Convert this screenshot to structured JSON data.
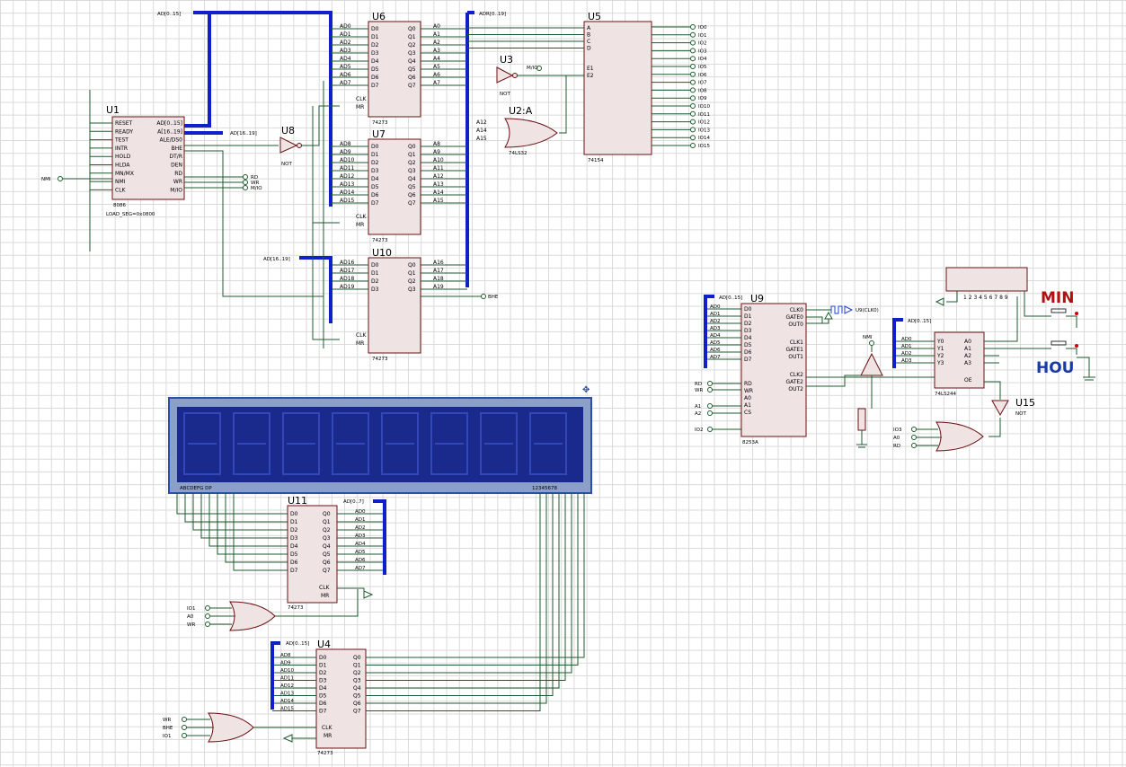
{
  "chips": {
    "u1": {
      "ref": "U1",
      "part": "8086",
      "note": "LOAD_SEG=0x0800",
      "left_pins": [
        "RESET",
        "READY",
        "TEST",
        "INTR",
        "HOLD",
        "HLDA",
        "MN/MX",
        "NMI",
        "CLK"
      ],
      "right_pins": [
        "AD[0..15]",
        "A[16..19]",
        "ALE/DS0",
        "BHE",
        "DT/R",
        "DEN",
        "RD",
        "WR",
        "M/IO"
      ]
    },
    "u6": {
      "ref": "U6",
      "part": "74273",
      "in": [
        "AD0",
        "AD1",
        "AD2",
        "AD3",
        "AD4",
        "AD5",
        "AD6",
        "AD7"
      ],
      "out": [
        "A0",
        "A1",
        "A2",
        "A3",
        "A4",
        "A5",
        "A6",
        "A7"
      ]
    },
    "u7": {
      "ref": "U7",
      "part": "74273",
      "in": [
        "AD8",
        "AD9",
        "AD10",
        "AD11",
        "AD12",
        "AD13",
        "AD14",
        "AD15"
      ],
      "out": [
        "A8",
        "A9",
        "A10",
        "A11",
        "A12",
        "A13",
        "A14",
        "A15"
      ]
    },
    "u10": {
      "ref": "U10",
      "part": "74273",
      "in": [
        "AD16",
        "AD17",
        "AD18",
        "AD19"
      ],
      "out": [
        "A16",
        "A17",
        "A18",
        "A19"
      ]
    },
    "u5": {
      "ref": "U5",
      "part": "74154",
      "in": [
        "A",
        "B",
        "C",
        "D"
      ],
      "enable": [
        "E1",
        "E2"
      ],
      "out": [
        "IO0",
        "IO1",
        "IO2",
        "IO3",
        "IO4",
        "IO5",
        "IO6",
        "IO7",
        "IO8",
        "IO9",
        "IO10",
        "IO11",
        "IO12",
        "IO13",
        "IO14",
        "IO15"
      ]
    },
    "u9": {
      "ref": "U9",
      "part": "8253A",
      "pins_left": [
        "D0",
        "D1",
        "D2",
        "D3",
        "D4",
        "D5",
        "D6",
        "D7",
        "RD",
        "WR",
        "A0",
        "A1",
        "CS"
      ],
      "pins_right": [
        "CLK0",
        "GATE0",
        "OUT0",
        "CLK1",
        "GATE1",
        "OUT1",
        "CLK2",
        "GATE2",
        "OUT2"
      ]
    },
    "u11": {
      "ref": "U11",
      "part": "74273",
      "out": [
        "AD0",
        "AD1",
        "AD2",
        "AD3",
        "AD4",
        "AD5",
        "AD6",
        "AD7"
      ]
    },
    "u4": {
      "ref": "U4",
      "part": "74273",
      "in": [
        "AD8",
        "AD9",
        "AD10",
        "AD11",
        "AD12",
        "AD13",
        "AD14",
        "AD15"
      ]
    },
    "u14": {
      "ref": "74LS244",
      "in": [
        "AD0",
        "AD1",
        "AD2",
        "AD3"
      ]
    }
  },
  "gates": {
    "u8": "U8",
    "u3": "U3",
    "u2a": "U2:A",
    "u15": "U15",
    "nor_label": "NOT",
    "or_label": "74LS32"
  },
  "buses": {
    "top": "AD[0..15]",
    "top_right": "ADR[0..19]",
    "u1_a": "AD[16..19]",
    "u10_in": "AD[16..19]",
    "u9_in": "AD[0..15]",
    "u14_in": "AD[0..15]",
    "u11_in": "AD[0..7]",
    "u4_in": "AD[0..15]"
  },
  "signals": {
    "nmi": "NMI",
    "rd": "RD",
    "wr": "WR",
    "mio": "M/IO",
    "bhe": "BHE",
    "io1": "IO1",
    "io2": "IO2",
    "io3": "IO3",
    "a0": "A0",
    "a1": "A1",
    "a2": "A2",
    "u9clk": "U9(CLK0)"
  },
  "lcd": {
    "segments_label": "ABCDEFG DP",
    "digits_label": "12345678",
    "bg_color": "#1a2a8c",
    "frame_color": "#2b4fa6"
  },
  "buttons": {
    "min": "MIN",
    "hou": "HOU"
  },
  "colors": {
    "bus": "#1020c8",
    "wire": "#1e5a2c",
    "chip_fill": "#efe3e3",
    "label_red": "#b01010"
  }
}
